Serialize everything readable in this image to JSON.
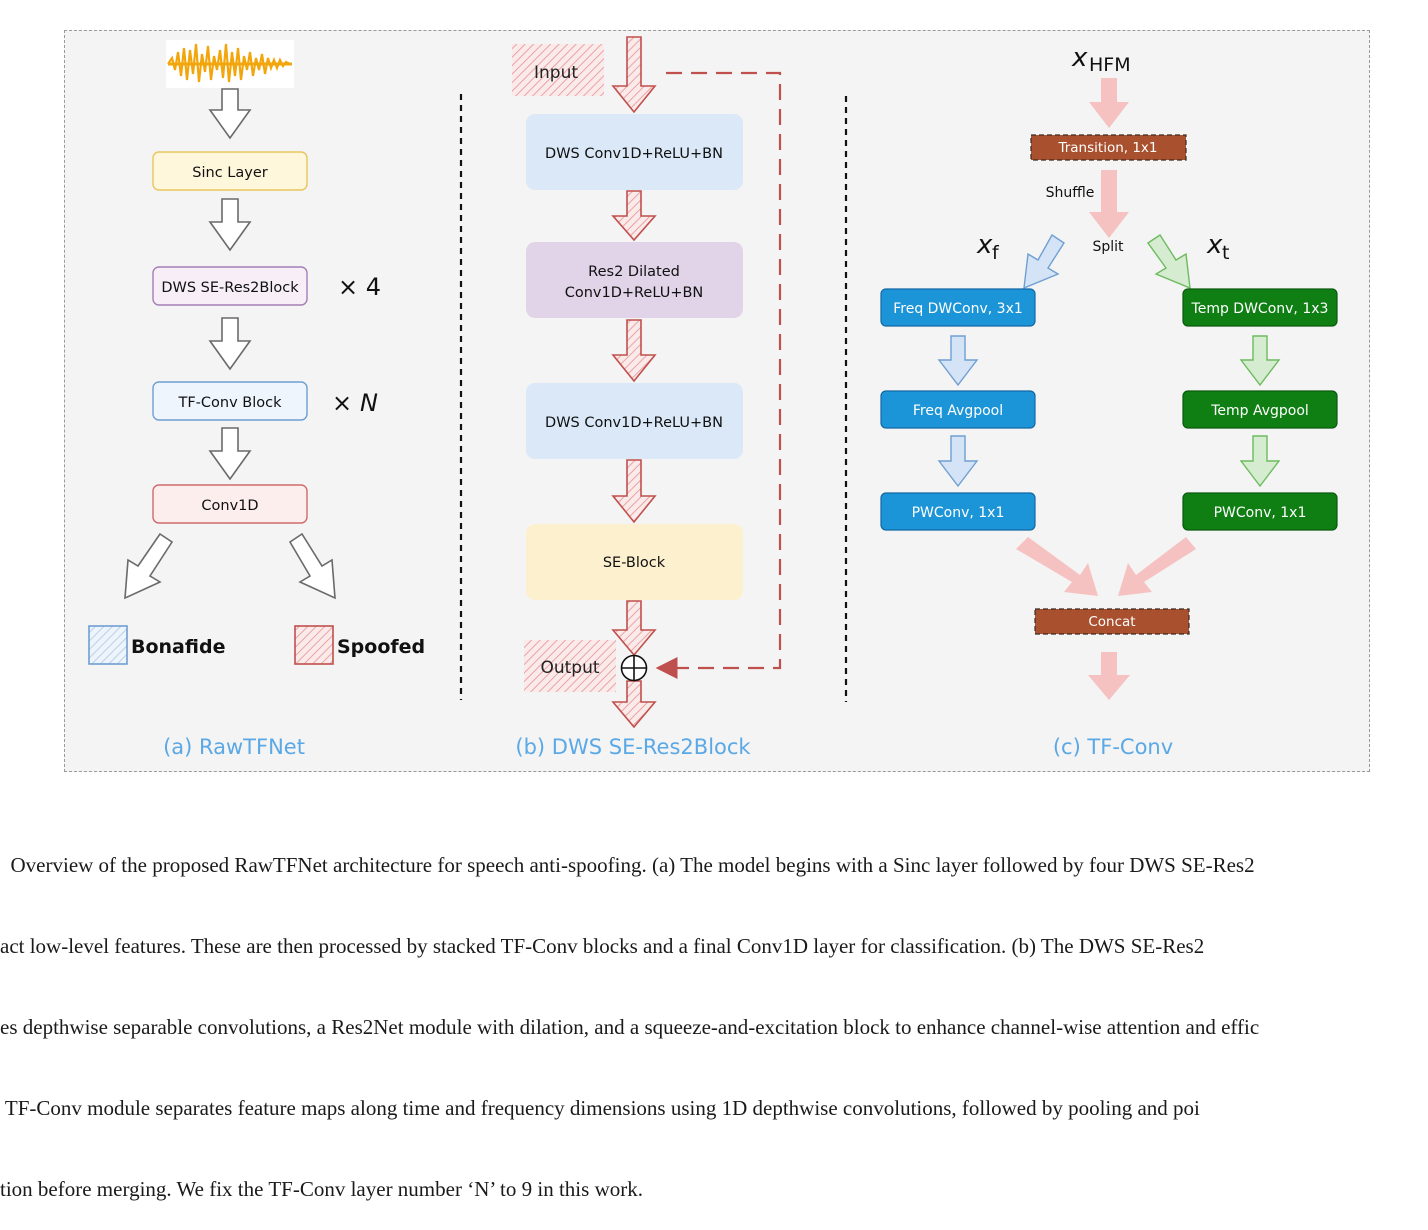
{
  "panel_a": {
    "title": "(a) RawTFNet",
    "sinc": "Sinc Layer",
    "res2": "DWS SE-Res2Block",
    "res2_mult": "× 4",
    "tfconv": "TF-Conv Block",
    "tfconv_mult_x": "×",
    "tfconv_mult_n": "N",
    "conv1d": "Conv1D",
    "bonafide": "Bonafide",
    "spoofed": "Spoofed"
  },
  "panel_b": {
    "title": "(b) DWS SE-Res2Block",
    "input": "Input",
    "output": "Output",
    "block1": "DWS Conv1D+ReLU+BN",
    "block2_line1": "Res2 Dilated",
    "block2_line2": "Conv1D+ReLU+BN",
    "block3": "DWS Conv1D+ReLU+BN",
    "block4": "SE-Block"
  },
  "panel_c": {
    "title": "(c) TF-Conv",
    "x_hfm": "x",
    "x_hfm_sub": "HFM",
    "x_f": "x",
    "x_f_sub": "f",
    "x_t": "x",
    "x_t_sub": "t",
    "transition": "Transition, 1x1",
    "shuffle": "Shuffle",
    "split": "Split",
    "freq_dwconv": "Freq DWConv, 3x1",
    "freq_avgpool": "Freq Avgpool",
    "freq_pwconv": "PWConv, 1x1",
    "temp_dwconv": "Temp DWConv, 1x3",
    "temp_avgpool": "Temp Avgpool",
    "temp_pwconv": "PWConv, 1x1",
    "concat": "Concat"
  },
  "colors": {
    "title_blue": "#5aa8e6",
    "freq_blue": "#1c95d8",
    "temp_green": "#0f7f14",
    "brown": "#a9502e",
    "pink_arrow": "#f6c1c1",
    "red_stroke": "#c0504d"
  },
  "caption": {
    "line1": "  Overview of the proposed RawTFNet architecture for speech anti-spoofing. (a) The model begins with a Sinc layer followed by four DWS SE-Res2",
    "line2": "act low-level features. These are then processed by stacked TF-Conv blocks and a final Conv1D layer for classification. (b) The DWS SE-Res2",
    "line3": "es depthwise separable convolutions, a Res2Net module with dilation, and a squeeze-and-excitation block to enhance channel-wise attention and effic",
    "line4": " TF-Conv module separates feature maps along time and frequency dimensions using 1D depthwise convolutions, followed by pooling and poi",
    "line5": "tion before merging. We fix the TF-Conv layer number ‘N’ to 9 in this work."
  }
}
